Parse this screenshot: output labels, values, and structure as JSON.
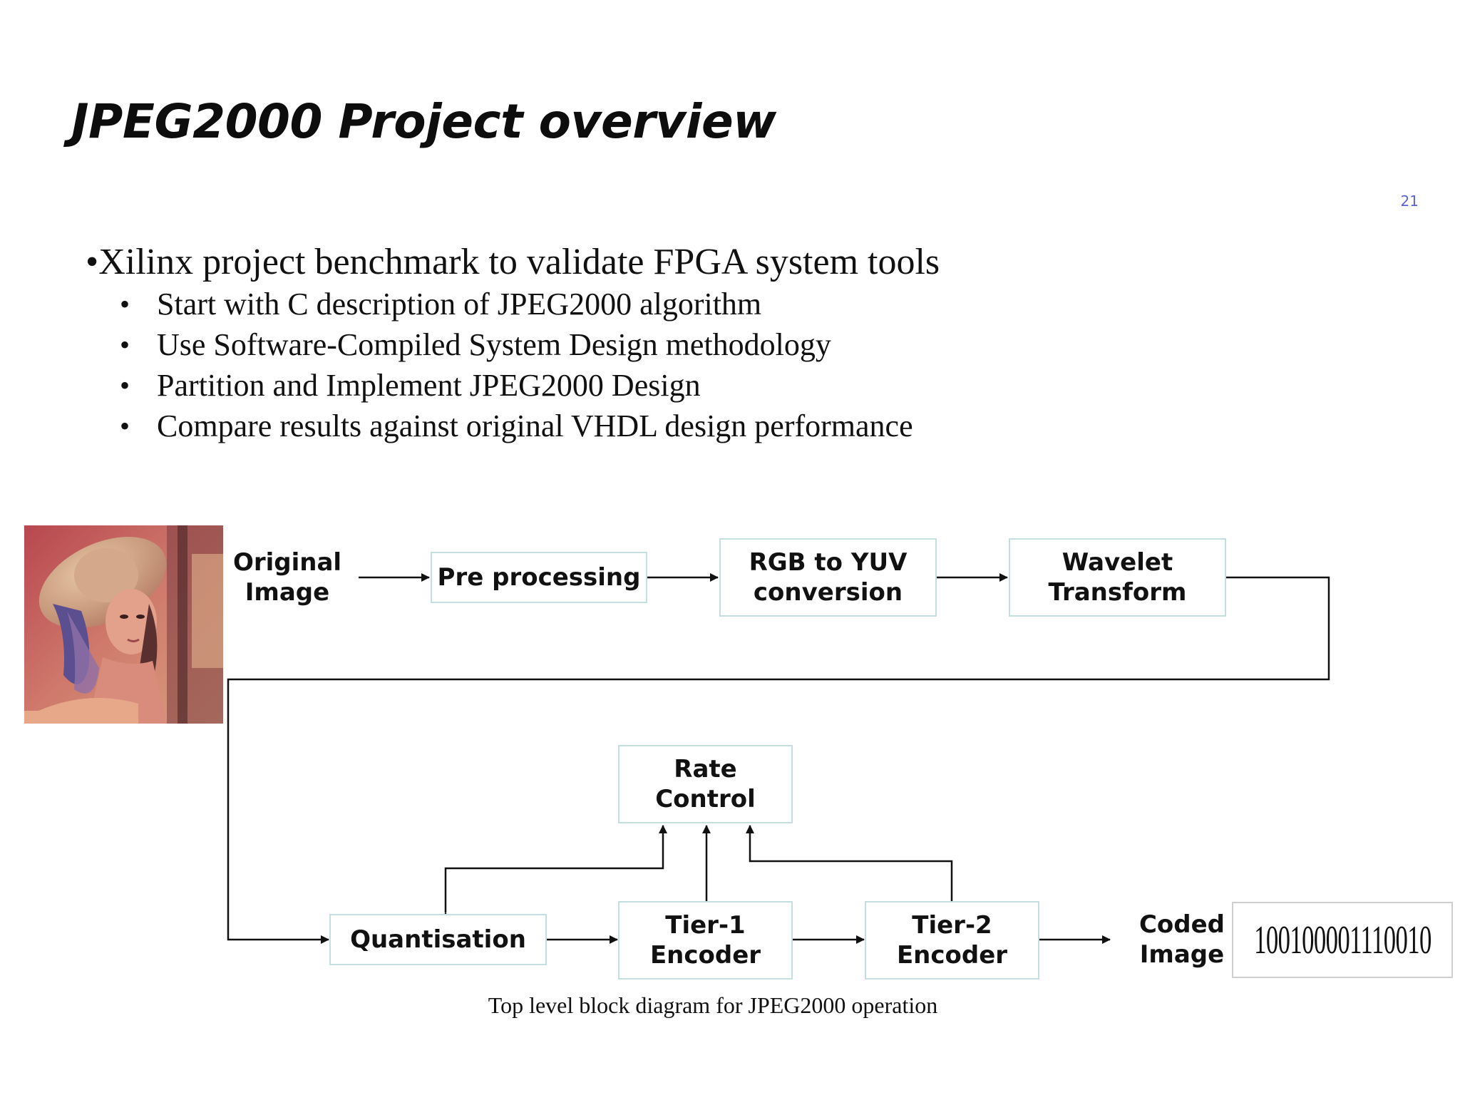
{
  "slide": {
    "title": "JPEG2000 Project overview",
    "page_number": "21"
  },
  "bullets": {
    "main": "•Xilinx project benchmark to validate FPGA system tools",
    "items": [
      "Start with C description of JPEG2000 algorithm",
      "Use Software-Compiled System Design methodology",
      "Partition and Implement JPEG2000 Design",
      "Compare results against original VHDL design performance"
    ],
    "marker": "•"
  },
  "diagram": {
    "original_image_label": "Original\nImage",
    "blocks": {
      "preprocessing": "Pre processing",
      "rgb_yuv": "RGB to YUV\nconversion",
      "wavelet": "Wavelet\nTransform",
      "rate_control": "Rate\nControl",
      "quantisation": "Quantisation",
      "tier1": "Tier-1\nEncoder",
      "tier2": "Tier-2\nEncoder"
    },
    "coded_image_label": "Coded\nImage",
    "coded_bits": "100100001110010",
    "caption": "Top level block diagram for JPEG2000 operation",
    "colors": {
      "block_border": "#c5dfe0",
      "arrow": "#111111"
    }
  }
}
